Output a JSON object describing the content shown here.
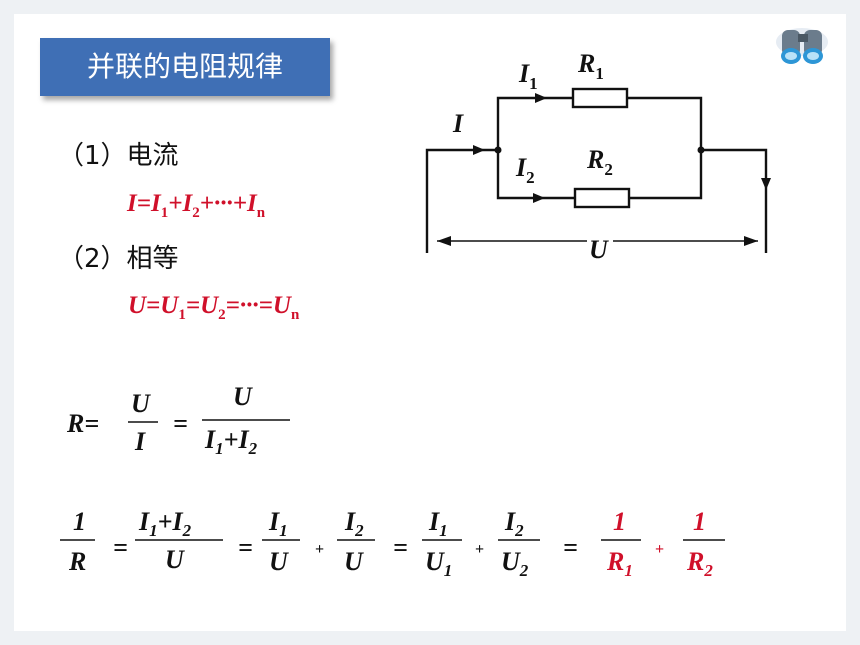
{
  "title": "并联的电阻规律",
  "sections": {
    "current_heading": "（1）电流",
    "current_formula": {
      "a": "I=I",
      "b": "1",
      "c": "+I",
      "d": "2",
      "e": "+···+I",
      "f": "n"
    },
    "voltage_heading": "（2）相等",
    "voltage_formula": {
      "a": "U=U",
      "b": "1",
      "c": "=U",
      "d": "2",
      "e": "=···=U",
      "f": "n"
    }
  },
  "circuit": {
    "I": "I",
    "I1": "I",
    "I1_sub": "1",
    "I2": "I",
    "I2_sub": "2",
    "R1": "R",
    "R1_sub": "1",
    "R2": "R",
    "R2_sub": "2",
    "U": "U"
  },
  "equations": {
    "r_lhs": "R=",
    "u": "U",
    "i": "I",
    "eq": "=",
    "plus": "+",
    "i1": "I",
    "s1": "1",
    "s2": "2",
    "one": "1",
    "r": "R",
    "u_letter": "U"
  },
  "colors": {
    "title_bg": "#3f6fb5",
    "highlight": "#d0102a"
  },
  "icons": [
    "binoculars-icon"
  ]
}
